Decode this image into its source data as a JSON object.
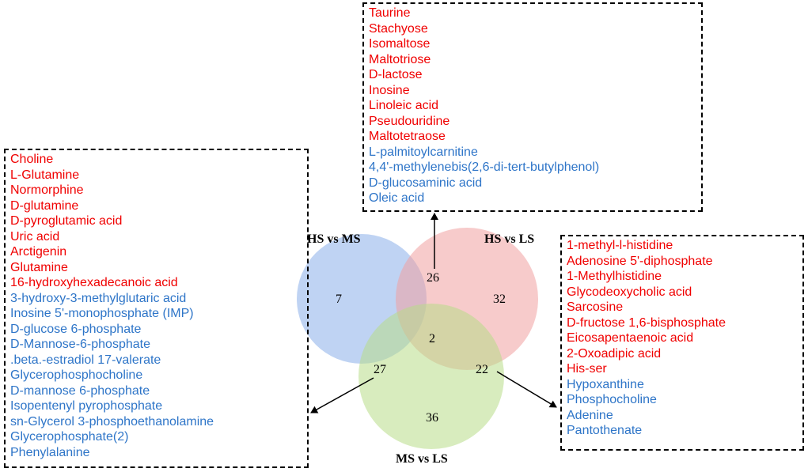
{
  "colors": {
    "up": "#f00000",
    "down": "#2e75c8",
    "set_hs_ms": "#8aaeea",
    "set_hs_ls": "#f0a0a0",
    "set_ms_ls": "#b8dc88"
  },
  "sets": {
    "hs_ms": "HS vs MS",
    "hs_ls": "HS vs LS",
    "ms_ls": "MS vs LS"
  },
  "counts": {
    "hs_ms_only": "7",
    "hs_ms_and_hs_ls": "26",
    "hs_ls_only": "32",
    "all_three": "2",
    "hs_ms_and_ms_ls": "27",
    "hs_ls_and_ms_ls": "22",
    "ms_ls_only": "36"
  },
  "boxes": {
    "top": {
      "items": [
        {
          "text": "Taurine",
          "color": "up"
        },
        {
          "text": "Stachyose",
          "color": "up"
        },
        {
          "text": "Isomaltose",
          "color": "up"
        },
        {
          "text": "Maltotriose",
          "color": "up"
        },
        {
          "text": "D-lactose",
          "color": "up"
        },
        {
          "text": "Inosine",
          "color": "up"
        },
        {
          "text": "Linoleic acid",
          "color": "up"
        },
        {
          "text": "Pseudouridine",
          "color": "up"
        },
        {
          "text": "Maltotetraose",
          "color": "up"
        },
        {
          "text": "L-palmitoylcarnitine",
          "color": "down"
        },
        {
          "text": "4,4'-methylenebis(2,6-di-tert-butylphenol)",
          "color": "down"
        },
        {
          "text": "D-glucosaminic acid",
          "color": "down"
        },
        {
          "text": "Oleic acid",
          "color": "down"
        }
      ]
    },
    "left": {
      "items": [
        {
          "text": "Choline",
          "color": "up"
        },
        {
          "text": "L-Glutamine",
          "color": "up"
        },
        {
          "text": "Normorphine",
          "color": "up"
        },
        {
          "text": "D-glutamine",
          "color": "up"
        },
        {
          "text": "D-pyroglutamic acid",
          "color": "up"
        },
        {
          "text": "Uric acid",
          "color": "up"
        },
        {
          "text": "Arctigenin",
          "color": "up"
        },
        {
          "text": "Glutamine",
          "color": "up"
        },
        {
          "text": "16-hydroxyhexadecanoic acid",
          "color": "up"
        },
        {
          "text": "3-hydroxy-3-methylglutaric acid",
          "color": "down"
        },
        {
          "text": "Inosine 5'-monophosphate (IMP)",
          "color": "down"
        },
        {
          "text": "D-glucose 6-phosphate",
          "color": "down"
        },
        {
          "text": "D-Mannose-6-phosphate",
          "color": "down"
        },
        {
          "text": ".beta.-estradiol 17-valerate",
          "color": "down"
        },
        {
          "text": "Glycerophosphocholine",
          "color": "down"
        },
        {
          "text": "D-mannose 6-phosphate",
          "color": "down"
        },
        {
          "text": "Isopentenyl pyrophosphate",
          "color": "down"
        },
        {
          "text": "sn-Glycerol 3-phosphoethanolamine",
          "color": "down"
        },
        {
          "text": "Glycerophosphate(2)",
          "color": "down"
        },
        {
          "text": "Phenylalanine",
          "color": "down"
        }
      ]
    },
    "right": {
      "items": [
        {
          "text": "1-methyl-l-histidine",
          "color": "up"
        },
        {
          "text": "Adenosine 5'-diphosphate",
          "color": "up"
        },
        {
          "text": "1-Methylhistidine",
          "color": "up"
        },
        {
          "text": "Glycodeoxycholic acid",
          "color": "up"
        },
        {
          "text": "Sarcosine",
          "color": "up"
        },
        {
          "text": "D-fructose 1,6-bisphosphate",
          "color": "up"
        },
        {
          "text": "Eicosapentaenoic acid",
          "color": "up"
        },
        {
          "text": "2-Oxoadipic acid",
          "color": "up"
        },
        {
          "text": "His-ser",
          "color": "up"
        },
        {
          "text": "Hypoxanthine",
          "color": "down"
        },
        {
          "text": "Phosphocholine",
          "color": "down"
        },
        {
          "text": "Adenine",
          "color": "down"
        },
        {
          "text": "Pantothenate",
          "color": "down"
        }
      ]
    }
  }
}
